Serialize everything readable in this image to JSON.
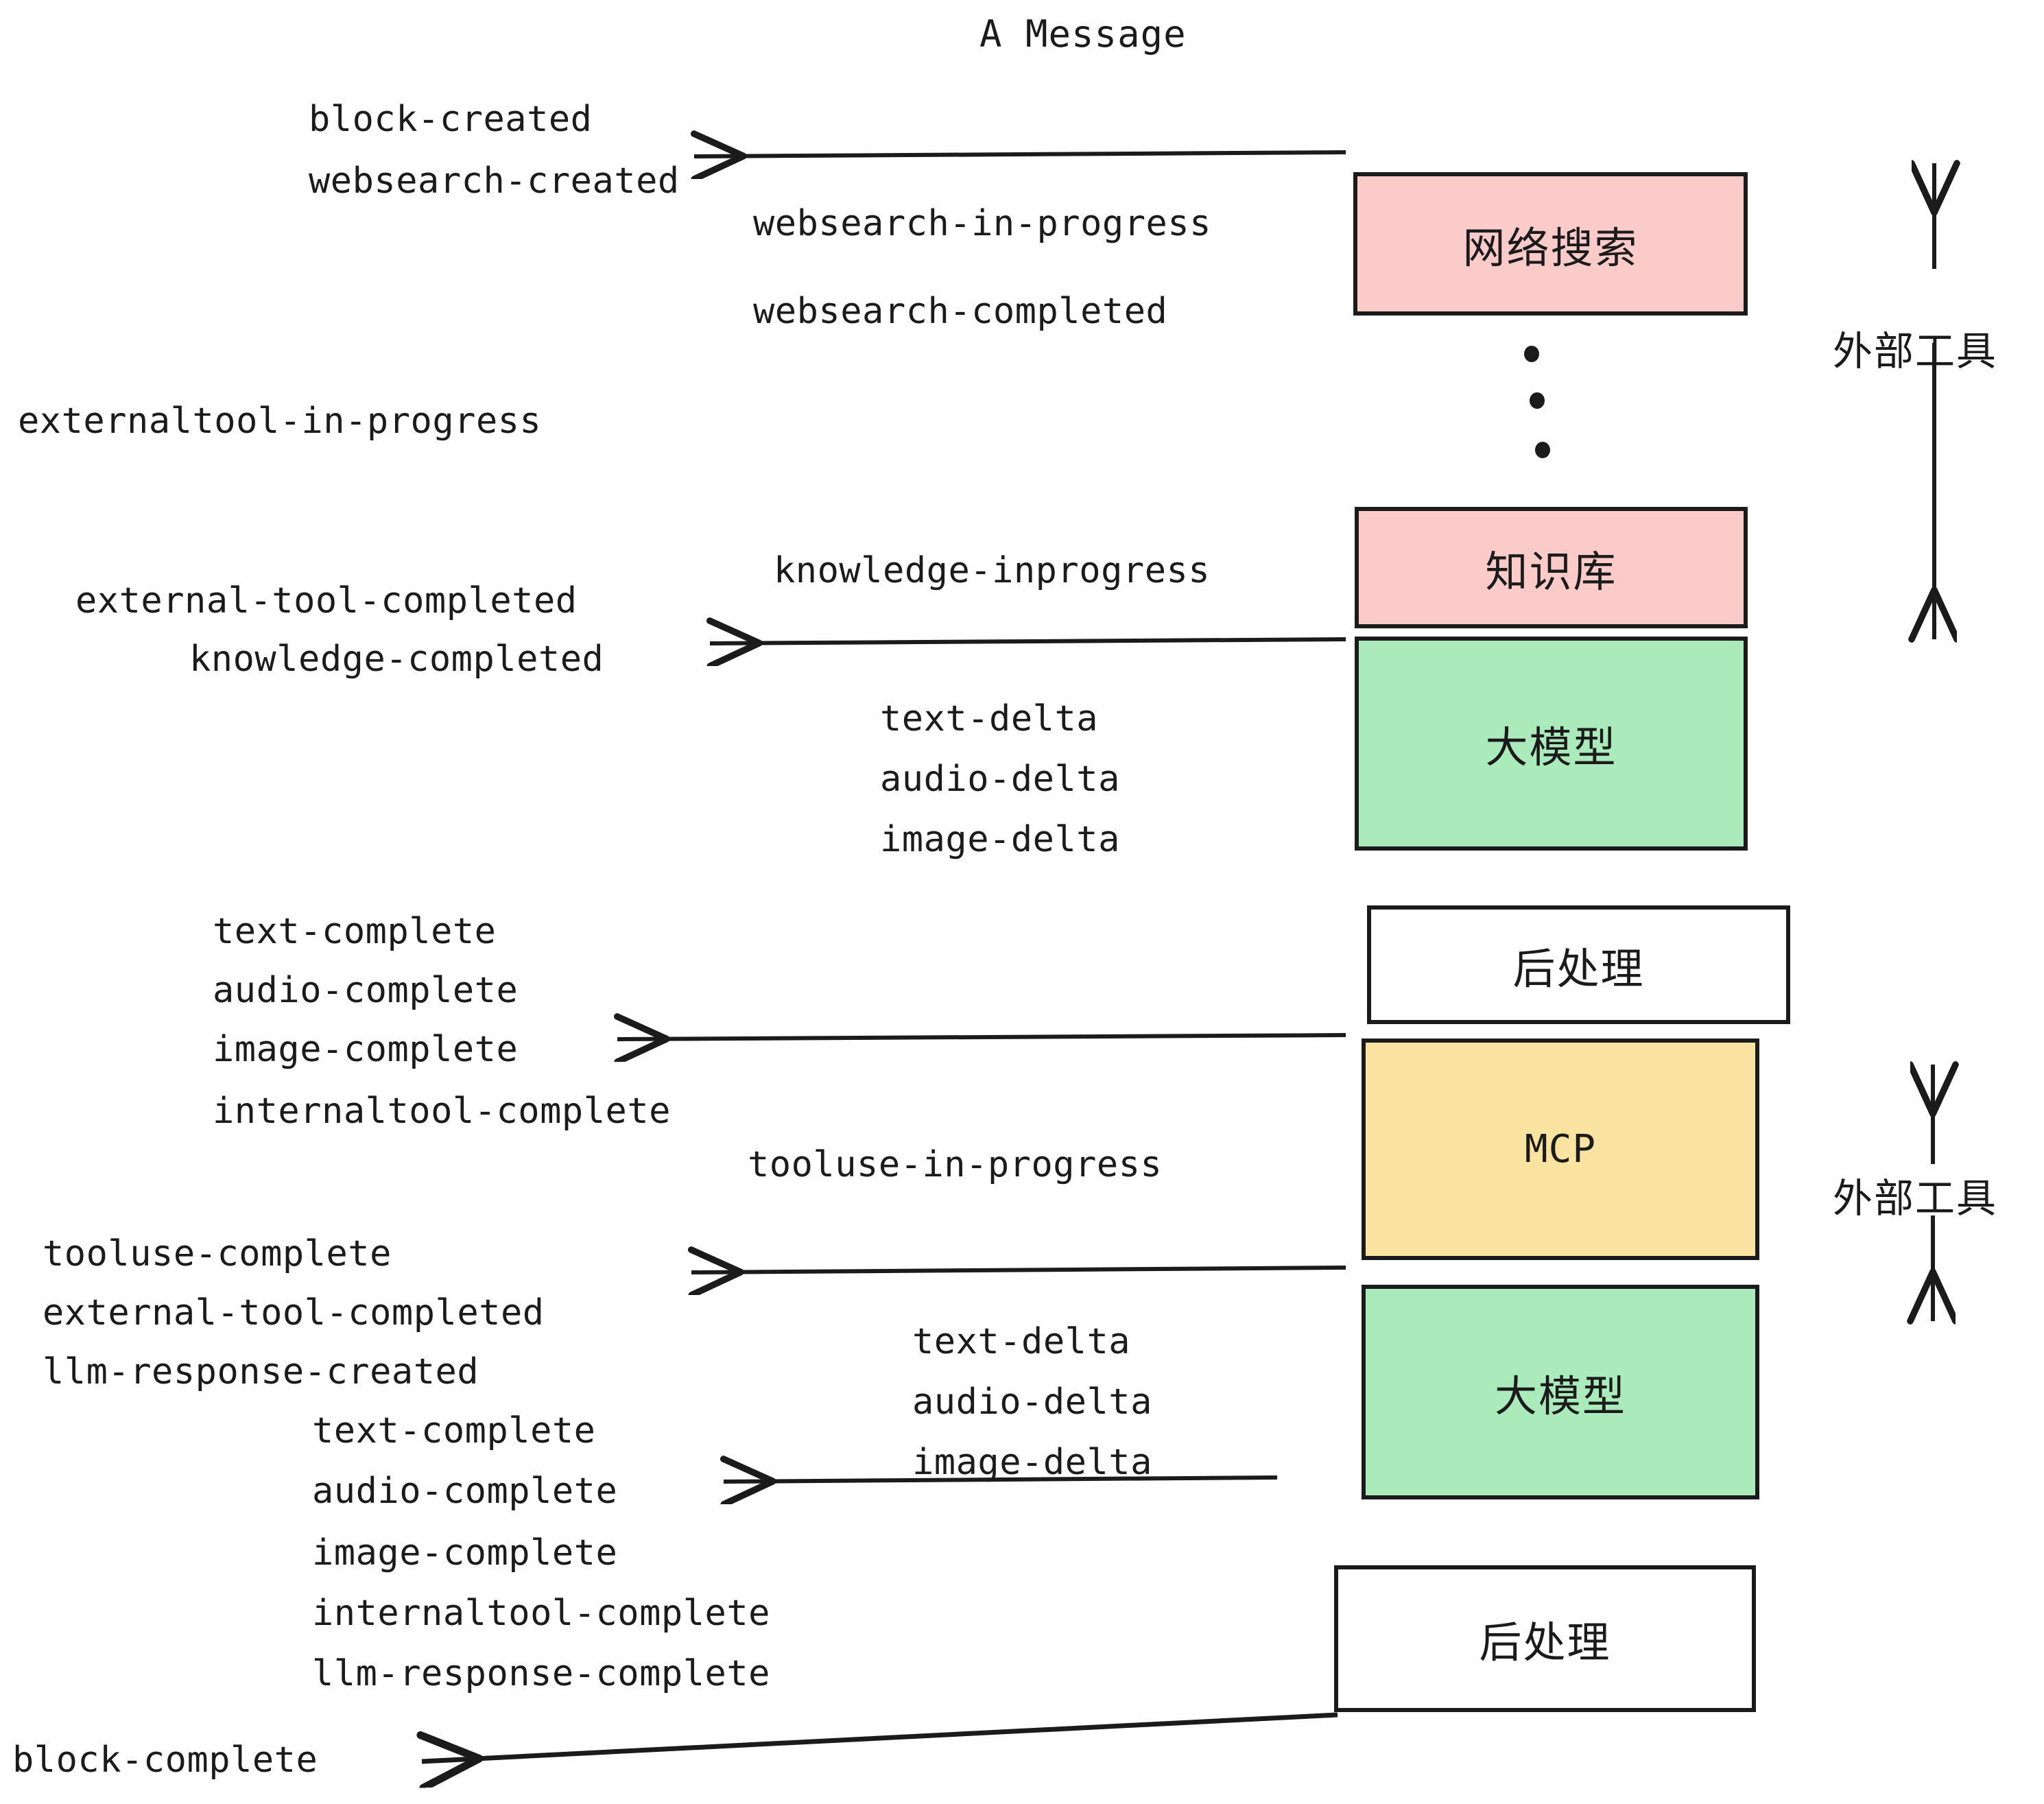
{
  "title": "A Message",
  "colors": {
    "pink": "#fbcbc9",
    "green": "#abeaba",
    "yellow": "#fae3a0",
    "white": "#ffffff",
    "stroke": "#1b1b1b",
    "text": "#1b1b1b",
    "background": "#ffffff"
  },
  "boxes": [
    {
      "id": "websearch",
      "label": "网络搜索",
      "fill": "pink"
    },
    {
      "id": "knowledge",
      "label": "知识库",
      "fill": "pink"
    },
    {
      "id": "llm-1",
      "label": "大模型",
      "fill": "green"
    },
    {
      "id": "postprocess-1",
      "label": "后处理",
      "fill": "white"
    },
    {
      "id": "mcp",
      "label": "MCP",
      "fill": "yellow"
    },
    {
      "id": "llm-2",
      "label": "大模型",
      "fill": "green"
    },
    {
      "id": "postprocess-2",
      "label": "后处理",
      "fill": "white"
    }
  ],
  "side_labels": [
    {
      "id": "external-tool-top",
      "text": "外部工具"
    },
    {
      "id": "external-tool-bottom",
      "text": "外部工具"
    }
  ],
  "events": {
    "block_created": "block-created",
    "websearch_created": "websearch-created",
    "websearch_in_progress": "websearch-in-progress",
    "websearch_completed": "websearch-completed",
    "externaltool_in_progress": "externaltool-in-progress",
    "knowledge_inprogress": "knowledge-inprogress",
    "external_tool_completed": "external-tool-completed",
    "knowledge_completed": "knowledge-completed",
    "text_delta_1": "text-delta",
    "audio_delta_1": "audio-delta",
    "image_delta_1": "image-delta",
    "text_complete_1": "text-complete",
    "audio_complete_1": "audio-complete",
    "image_complete_1": "image-complete",
    "internaltool_complete_1": "internaltool-complete",
    "tooluse_in_progress": "tooluse-in-progress",
    "tooluse_complete": "tooluse-complete",
    "external_tool_completed_2": "external-tool-completed",
    "llm_response_created": "llm-response-created",
    "text_delta_2": "text-delta",
    "audio_delta_2": "audio-delta",
    "image_delta_2": "image-delta",
    "text_complete_2": "text-complete",
    "audio_complete_2": "audio-complete",
    "image_complete_2": "image-complete",
    "internaltool_complete_2": "internaltool-complete",
    "llm_response_complete": "llm-response-complete",
    "block_complete": "block-complete"
  }
}
